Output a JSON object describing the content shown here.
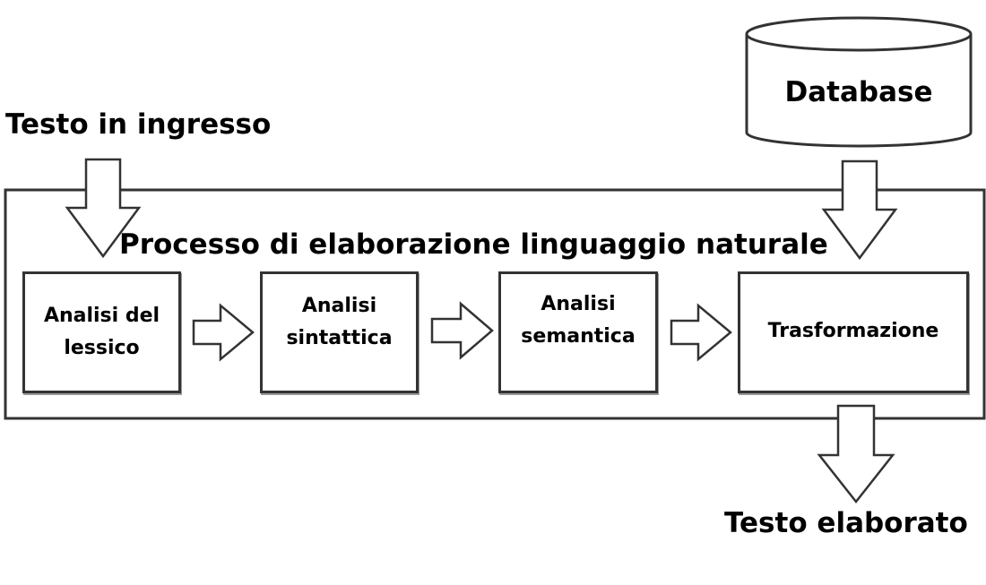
{
  "input_label": "Testo in ingresso",
  "output_label": "Testo elaborato",
  "database": {
    "label": "Database"
  },
  "process": {
    "title": "Processo di elaborazione linguaggio naturale"
  },
  "stages": [
    {
      "label": "Analisi del\nlessico"
    },
    {
      "label": "Analisi\nsintattica"
    },
    {
      "label": "Analisi\nsemantica"
    },
    {
      "label": "Trasformazione"
    }
  ]
}
